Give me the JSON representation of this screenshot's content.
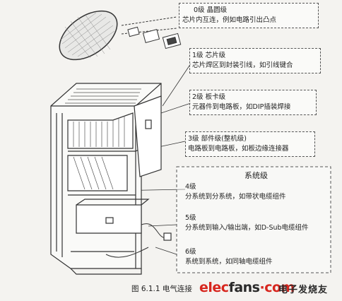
{
  "levels": {
    "l0": {
      "title": "0级  晶圆级",
      "desc": "芯片内互连，例如电路引出凸点"
    },
    "l1": {
      "title": "1级  芯片级",
      "desc": "芯片焊区到封装引线，如引线键合"
    },
    "l2": {
      "title": "2级  板卡级",
      "desc": "元器件到电路板，如DIP插装焊接"
    },
    "l3": {
      "title": "3级  部件级(整机级)",
      "desc": "电路板到电路板，如板边缘连接器"
    }
  },
  "system": {
    "title": "系统级",
    "l4": {
      "title": "4级",
      "desc": "分系统到分系统，如带状电缆组件"
    },
    "l5": {
      "title": "5级",
      "desc": "分系统到输入/输出端，如D-Sub电缆组件"
    },
    "l6": {
      "title": "6级",
      "desc": "系统到系统，如同轴电缆组件"
    }
  },
  "caption": "图 6.1.1   电气连接",
  "watermark": {
    "brand_e": "elec",
    "brand_r": "fans",
    "brand_dot": "·com",
    "cn": "电子发烧友"
  }
}
